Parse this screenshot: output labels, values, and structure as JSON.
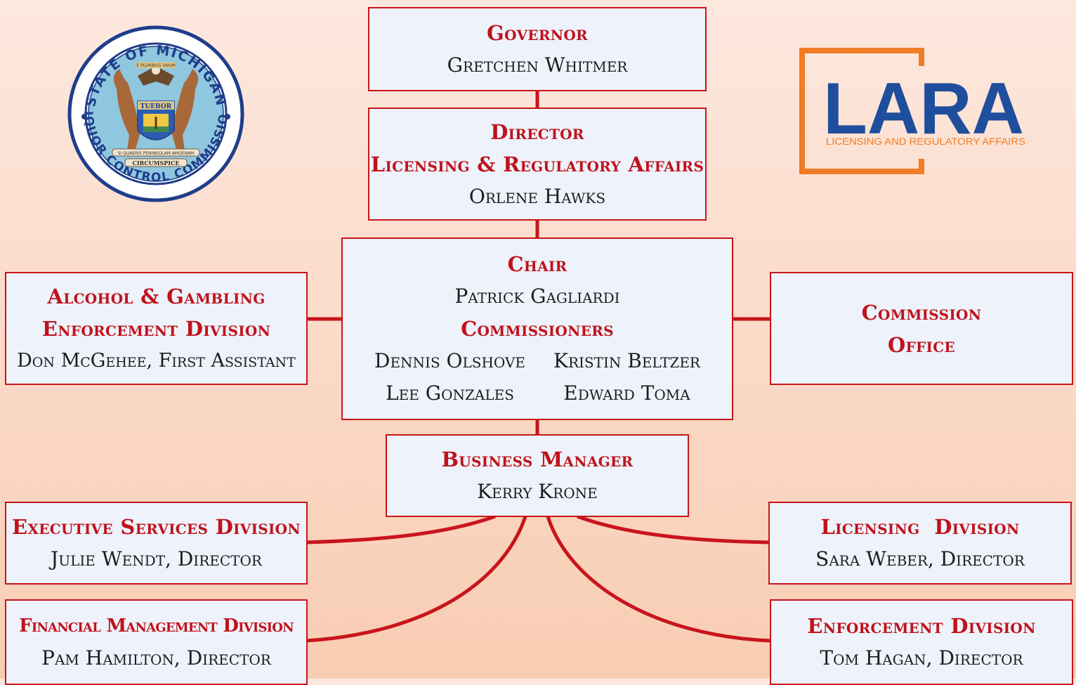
{
  "seal": {
    "ring_top": "STATE OF MICHIGAN",
    "ring_bottom": "LIQUOR CONTROL COMMISSION",
    "banner_top": "E PLURIBUS UNUM",
    "shield": "TUEBOR",
    "motto": "SI QUAERIS PENINSULAM AMOENAM",
    "scroll": "CIRCUMSPICE"
  },
  "lara_logo": {
    "letters": "LARA",
    "tagline": "LICENSING AND REGULATORY AFFAIRS",
    "colors": {
      "frame": "#f07c26",
      "letters": "#1f4e9c"
    }
  },
  "colors": {
    "accent": "#c8151b",
    "box_fill": "#eef2fa"
  },
  "governor": {
    "title": "Governor",
    "name": "Gretchen Whitmer"
  },
  "director": {
    "title": "Director",
    "subtitle": "Licensing & Regulatory Affairs",
    "name": "Orlene Hawks"
  },
  "chair": {
    "title": "Chair",
    "name": "Patrick Gagliardi",
    "commissioners_title": "Commissioners",
    "commissioners": [
      "Dennis Olshove",
      "Kristin Beltzer",
      "Lee Gonzales",
      "Edward Toma"
    ]
  },
  "agd": {
    "title_line1": "Alcohol & Gambling",
    "title_line2": "Enforcement Division",
    "name": "Don McGehee, First Assistant"
  },
  "commission_office": {
    "title_line1": "Commission",
    "title_line2": "Office"
  },
  "business_manager": {
    "title": "Business Manager",
    "name": "Kerry Krone"
  },
  "executive_services": {
    "title": "Executive Services Division",
    "name": "Julie Wendt, Director"
  },
  "licensing": {
    "title": "Licensing  Division",
    "name": "Sara Weber, Director"
  },
  "financial": {
    "title": "Financial Management Division",
    "name": "Pam Hamilton, Director"
  },
  "enforcement": {
    "title": "Enforcement Division",
    "name": "Tom Hagan, Director"
  }
}
